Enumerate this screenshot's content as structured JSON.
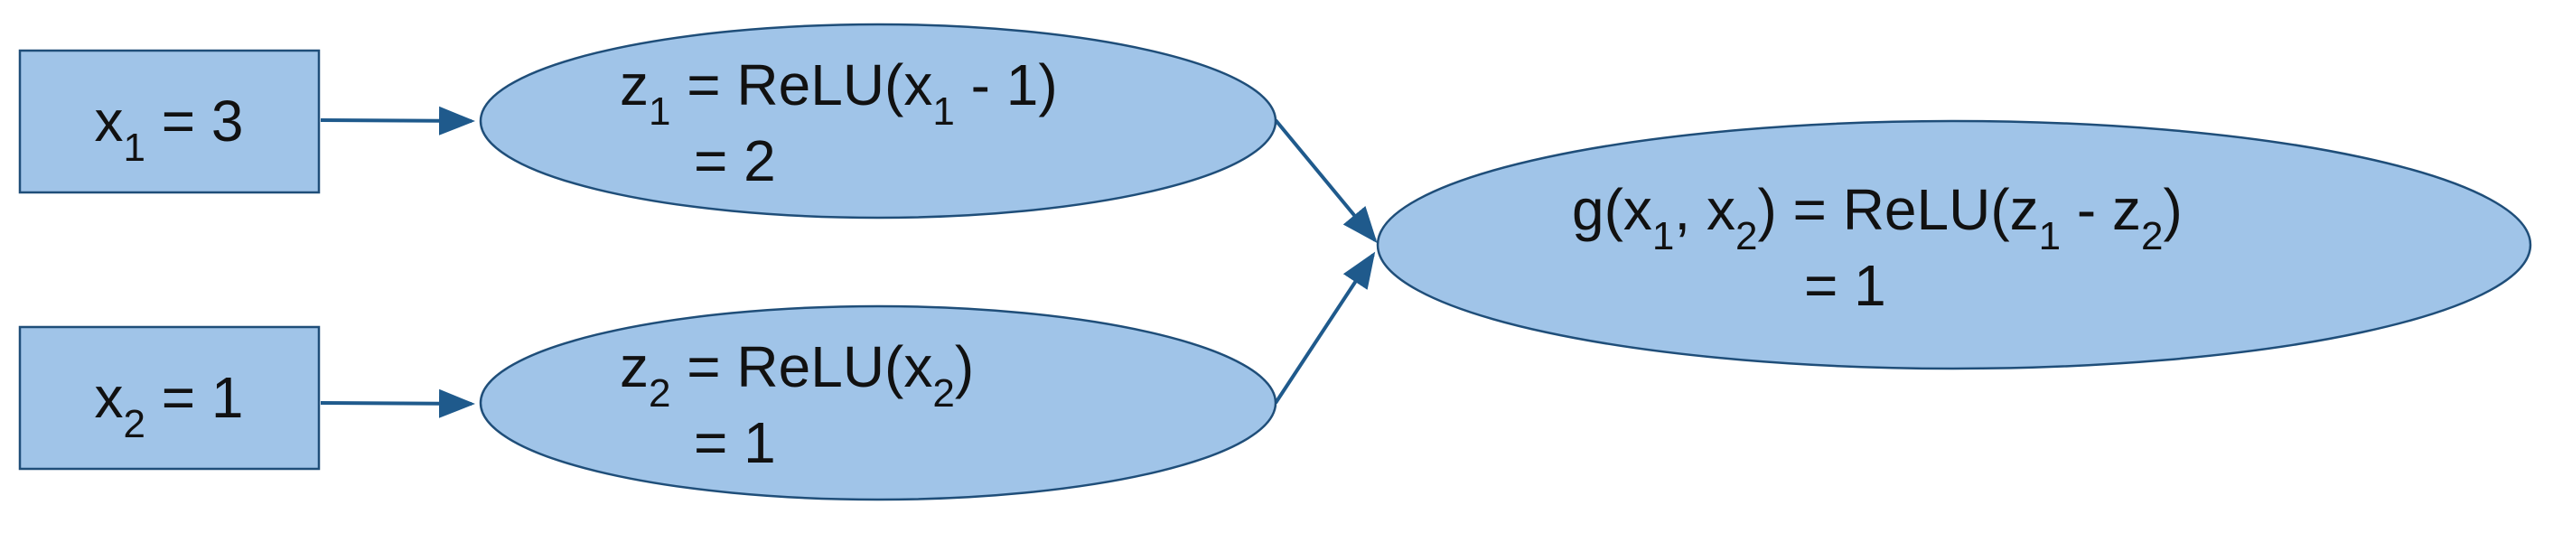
{
  "nodes": {
    "x1": {
      "var": "x",
      "sub": "1",
      "rhs": " = 3"
    },
    "x2": {
      "var": "x",
      "sub": "2",
      "rhs": " = 1"
    },
    "z1": {
      "line1": {
        "a": "z",
        "a_sub": "1",
        "b": " = ReLU(x",
        "b_sub": "1",
        "c": " - 1)"
      },
      "line2": "= 2"
    },
    "z2": {
      "line1": {
        "a": "z",
        "a_sub": "2",
        "b": " = ReLU(x",
        "b_sub": "2",
        "c": ")"
      },
      "line2": "= 1"
    },
    "g": {
      "line1": {
        "a": "g(x",
        "a_sub": "1",
        "b": ", x",
        "b_sub": "2",
        "c": ") = ReLU(z",
        "c_sub": "1",
        "d": " - z",
        "d_sub": "2",
        "e": ")"
      },
      "line2": "= 1"
    }
  },
  "colors": {
    "node_fill": "#a0c4e8",
    "node_stroke": "#1f4e79",
    "edge": "#1f5a8c"
  }
}
